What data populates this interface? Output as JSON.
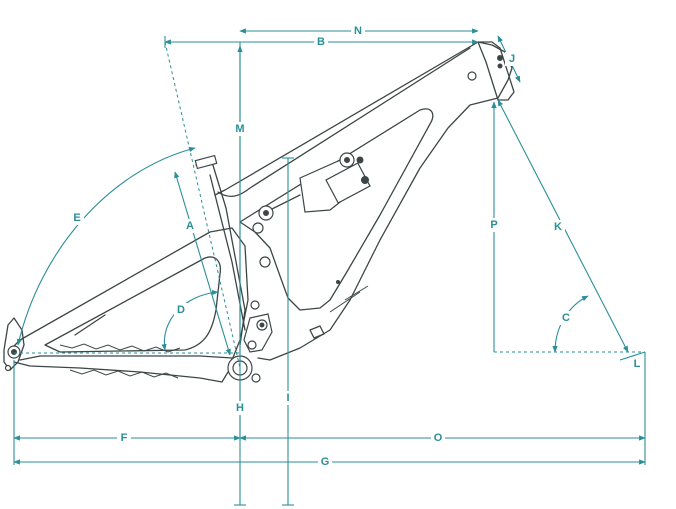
{
  "diagram": {
    "colors": {
      "dimension": "#2a8f97",
      "frame": "#3d4646",
      "background": "#ffffff"
    },
    "labels": {
      "A": "A",
      "B": "B",
      "C": "C",
      "D": "D",
      "E": "E",
      "F": "F",
      "G": "G",
      "H": "H",
      "I": "I",
      "J": "J",
      "K": "K",
      "L": "L",
      "M": "M",
      "N": "N",
      "O": "O",
      "P": "P"
    }
  }
}
